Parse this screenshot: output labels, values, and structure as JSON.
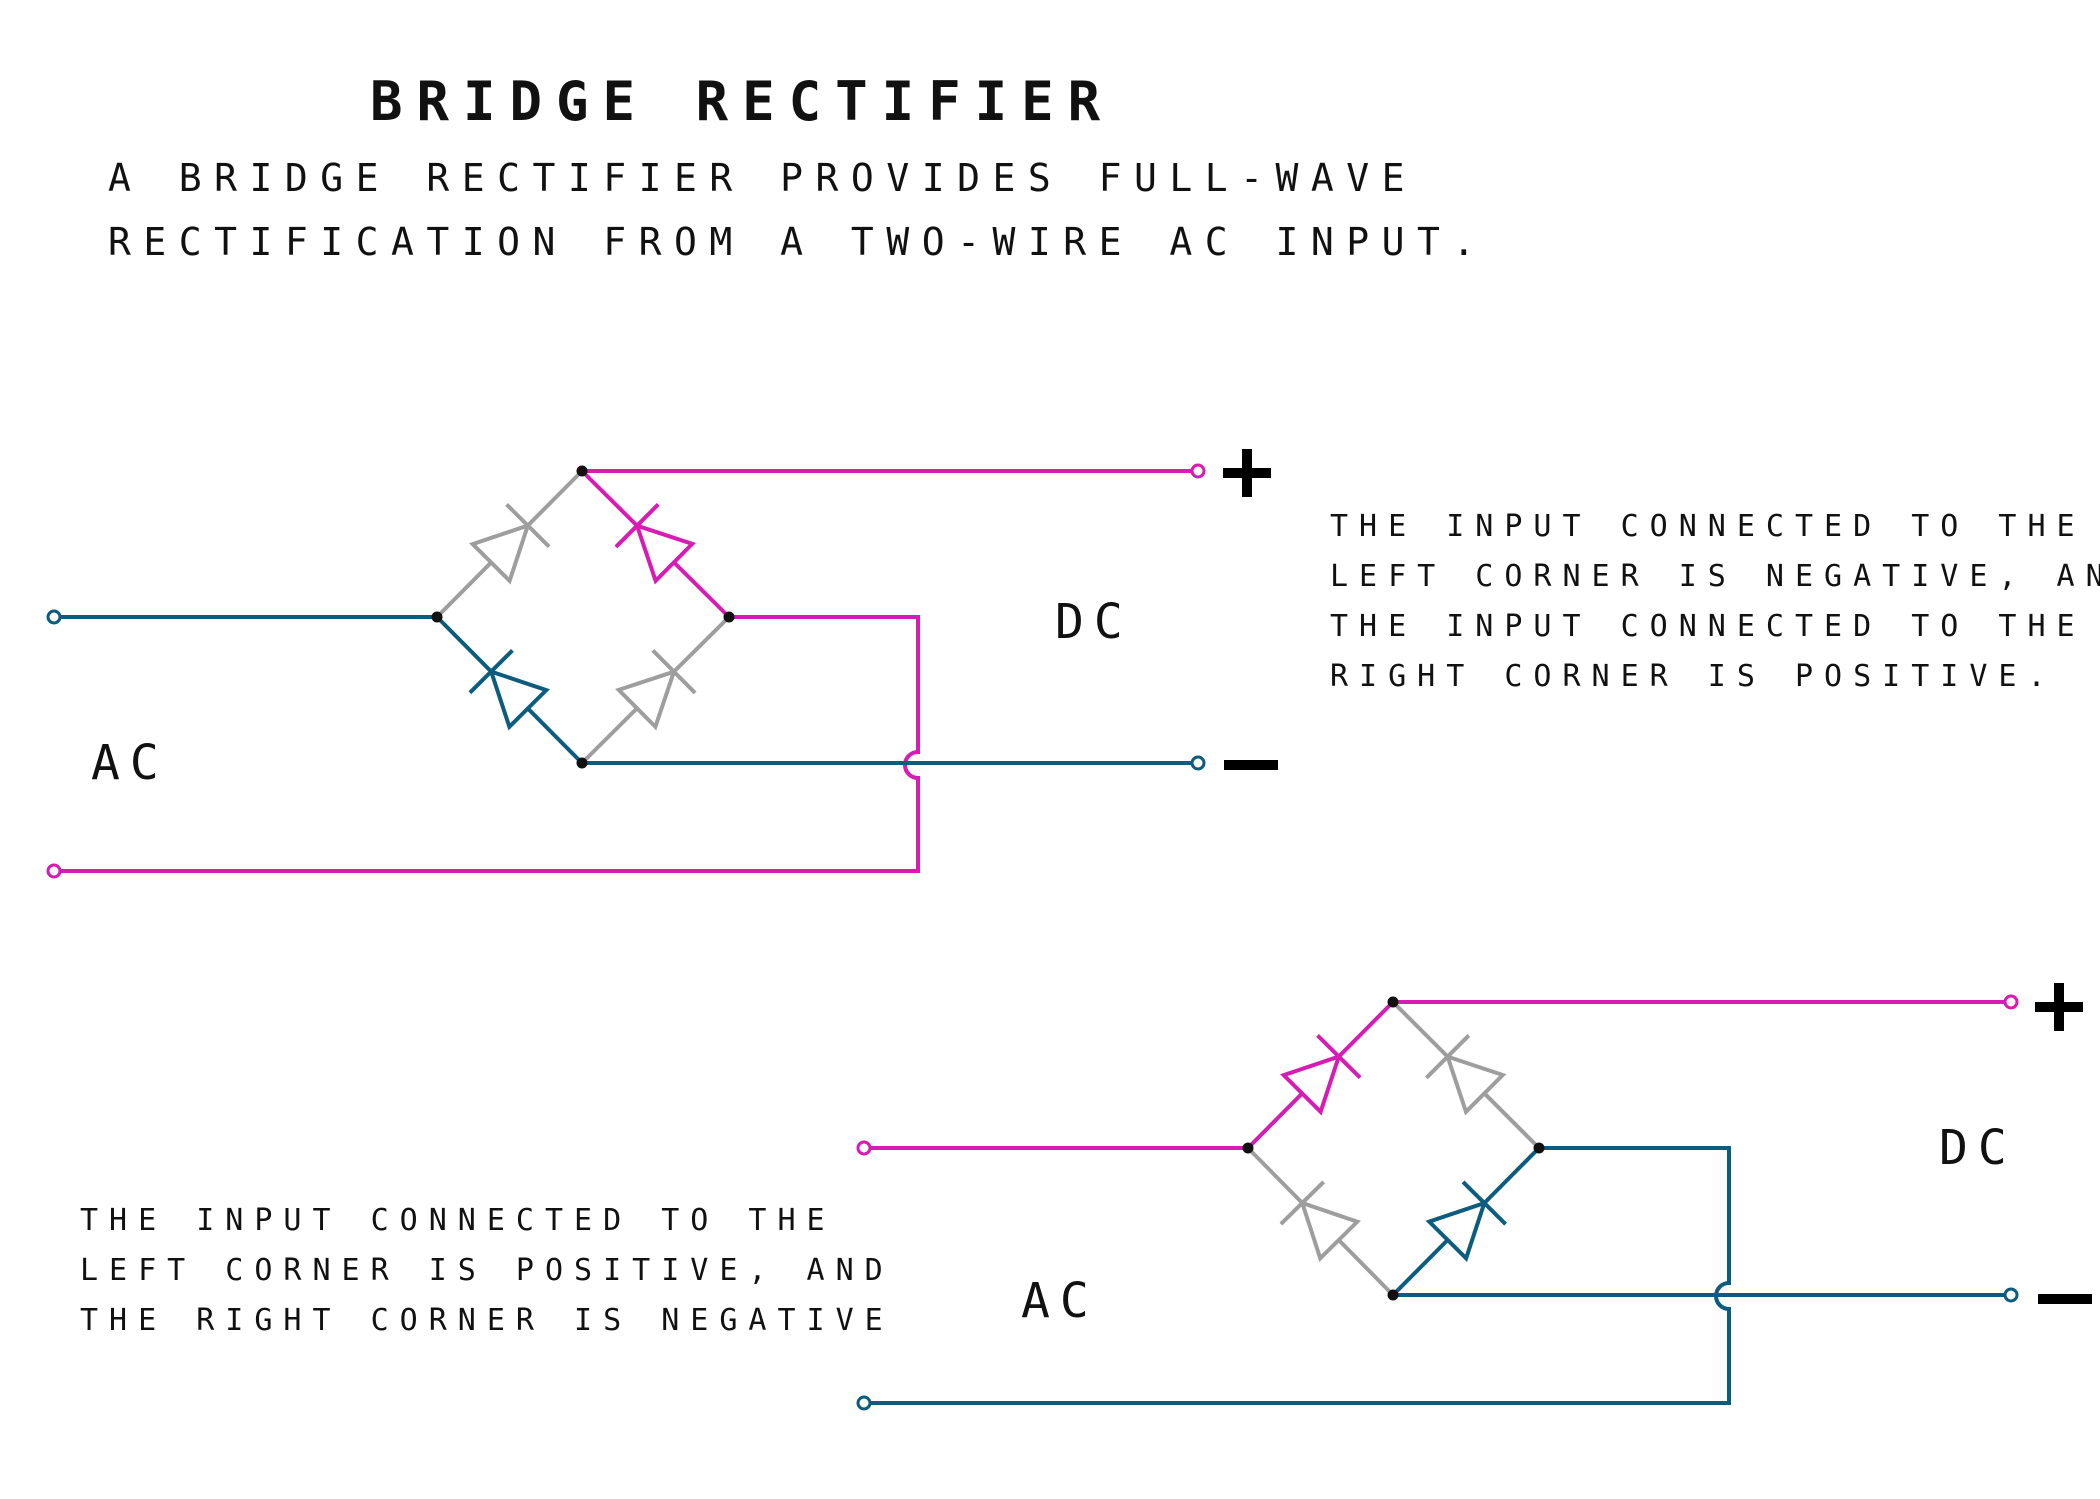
{
  "title": "BRIDGE RECTIFIER",
  "subtitle_lines": [
    "A BRIDGE RECTIFIER PROVIDES FULL-WAVE",
    "RECTIFICATION FROM A TWO-WIRE AC INPUT."
  ],
  "colors": {
    "positive": "#d81bb4",
    "negative": "#0b5c7e",
    "inactive": "#9e9e9e",
    "text": "#111111"
  },
  "circuit_top": {
    "note_lines": [
      "THE INPUT CONNECTED TO THE",
      "LEFT CORNER IS NEGATIVE, AND",
      "THE INPUT CONNECTED TO THE",
      "RIGHT CORNER IS POSITIVE."
    ],
    "ac_label": "AC",
    "dc_label": "DC",
    "plus": "+",
    "minus": "−"
  },
  "circuit_bottom": {
    "note_lines": [
      "THE INPUT CONNECTED TO THE",
      "LEFT CORNER IS POSITIVE, AND",
      "THE RIGHT CORNER IS NEGATIVE"
    ],
    "ac_label": "AC",
    "dc_label": "DC",
    "plus": "+",
    "minus": "−"
  }
}
